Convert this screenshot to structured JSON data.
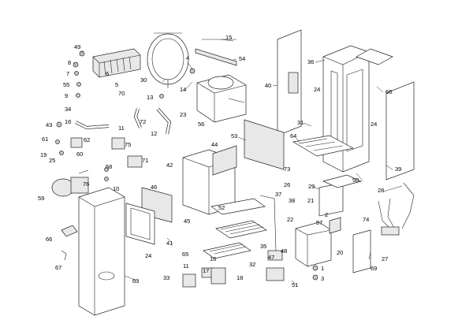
{
  "diagram": {
    "background": "#ffffff",
    "line_color": "#222222",
    "callouts": [
      "49",
      "8",
      "7",
      "55",
      "9",
      "6",
      "5",
      "70",
      "30",
      "4",
      "15",
      "54",
      "14",
      "13",
      "34",
      "43",
      "16",
      "11",
      "72",
      "23",
      "12",
      "56",
      "40",
      "36",
      "24",
      "68",
      "31",
      "62",
      "61",
      "75",
      "25",
      "60",
      "71",
      "19",
      "58",
      "10",
      "53",
      "64",
      "44",
      "42",
      "73",
      "26",
      "50",
      "39",
      "76",
      "59",
      "46",
      "24",
      "45",
      "37",
      "52",
      "38",
      "29",
      "28",
      "21",
      "2",
      "63",
      "66",
      "67",
      "41",
      "24",
      "65",
      "16",
      "11",
      "17",
      "33",
      "18",
      "35",
      "32",
      "22",
      "47",
      "48",
      "57",
      "20",
      "51",
      "1",
      "3",
      "74",
      "69",
      "27"
    ]
  }
}
